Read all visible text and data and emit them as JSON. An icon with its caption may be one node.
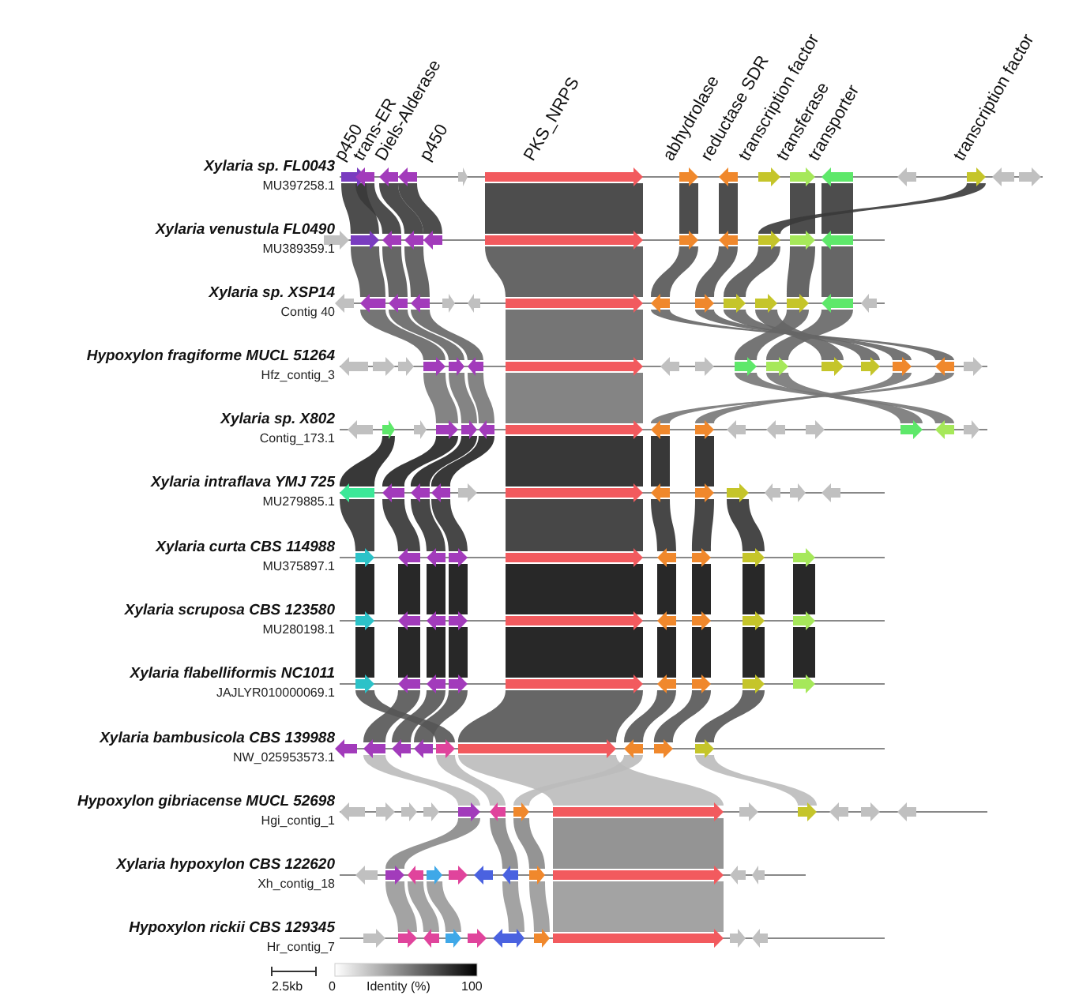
{
  "diagram": {
    "labels": [
      "p450",
      "trans-ER",
      "Diels-Alderase",
      "p450",
      "PKS_NRPS",
      "abhydrolase",
      "reductase SDR",
      "transcription factor",
      "transferase",
      "transporter",
      "transcription factor",
      "Xylaria sp. FL0043",
      "MU397258.1",
      "Xylaria venustula FL0490",
      "MU389359.1",
      "Xylaria sp. XSP14",
      "Contig 40",
      "Hypoxylon fragiforme MUCL 51264",
      "Hfz_contig_3",
      "Xylaria sp. X802",
      "Contig_173.1",
      "Xylaria intraflava YMJ 725",
      "MU279885.1",
      "Xylaria curta CBS 114988",
      "MU375897.1",
      "Xylaria scruposa CBS 123580",
      "MU280198.1",
      "Xylaria flabelliformis NC1011",
      "JAJLYR010000069.1",
      "Xylaria bambusicola CBS 139988",
      "NW_025953573.1",
      "Hypoxylon gibriacense MUCL 52698",
      "Hgi_contig_1",
      "Xylaria hypoxylon CBS 122620",
      "Xh_contig_18",
      "Hypoxylon rickii CBS 129345",
      "Hr_contig_7",
      "2.5kb",
      "0",
      "Identity (%)",
      "100"
    ]
  }
}
